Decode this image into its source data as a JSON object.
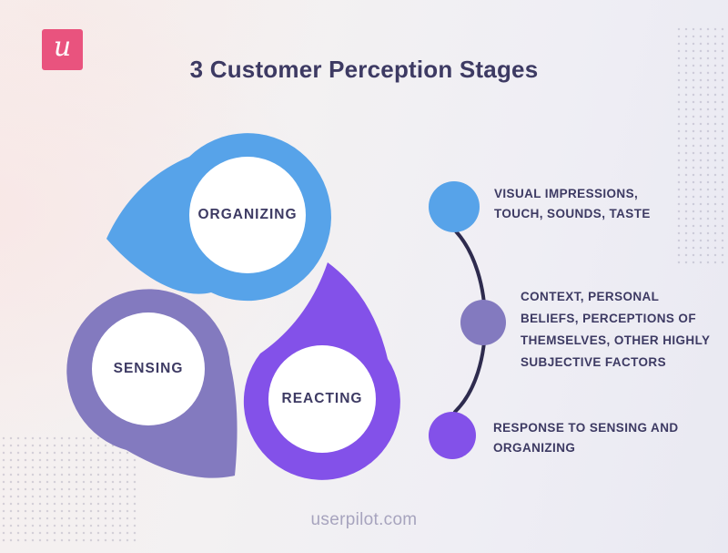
{
  "brand": {
    "logo_letter": "u",
    "logo_color": "#e9537e"
  },
  "title": "3 Customer Perception Stages",
  "pins": [
    {
      "label": "ORGANIZING",
      "color": "#57a3e9"
    },
    {
      "label": "SENSING",
      "color": "#837abf"
    },
    {
      "label": "REACTING",
      "color": "#8351e9"
    }
  ],
  "legend": [
    {
      "color": "#57a3e9",
      "lines": [
        "VISUAL IMPRESSIONS,",
        "TOUCH, SOUNDS, TASTE"
      ]
    },
    {
      "color": "#837abf",
      "lines": [
        "CONTEXT, PERSONAL",
        "BELIEFS, PERCEPTIONS OF",
        "THEMSELVES, OTHER HIGHLY",
        "SUBJECTIVE FACTORS"
      ]
    },
    {
      "color": "#8351e9",
      "lines": [
        "RESPONSE TO SENSING AND",
        "ORGANIZING"
      ]
    }
  ],
  "footer": {
    "website": "userpilot.com"
  },
  "theme": {
    "text_dark": "#3d3a63",
    "connector": "#2e2b4e",
    "pin_inner": "#ffffff"
  }
}
